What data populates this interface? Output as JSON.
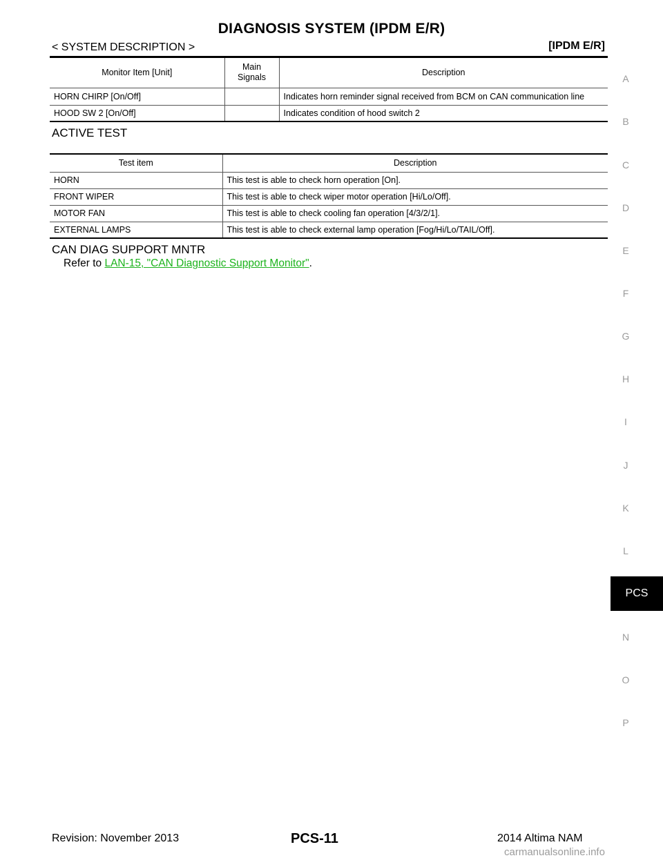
{
  "header": {
    "title": "DIAGNOSIS SYSTEM (IPDM E/R)",
    "section": "< SYSTEM DESCRIPTION >",
    "model_code": "[IPDM E/R]"
  },
  "monitor_table": {
    "columns": [
      "Monitor Item [Unit]",
      "Main\nSignals",
      "Description"
    ],
    "rows": [
      [
        "HORN CHIRP [On/Off]",
        "",
        "Indicates horn reminder signal received from BCM on CAN communication line"
      ],
      [
        "HOOD SW 2 [On/Off]",
        "",
        "Indicates condition of hood switch 2"
      ]
    ]
  },
  "active_test": {
    "heading": "ACTIVE TEST",
    "columns": [
      "Test item",
      "Description"
    ],
    "rows": [
      [
        "HORN",
        "This test is able to check horn operation [On]."
      ],
      [
        "FRONT WIPER",
        "This test is able to check wiper motor operation [Hi/Lo/Off]."
      ],
      [
        "MOTOR FAN",
        "This test is able to check cooling fan operation [4/3/2/1]."
      ],
      [
        "EXTERNAL LAMPS",
        "This test is able to check external lamp operation [Fog/Hi/Lo/TAIL/Off]."
      ]
    ]
  },
  "can_diag": {
    "heading": "CAN DIAG SUPPORT MNTR",
    "prefix": "Refer to ",
    "link_text": "LAN-15, \"CAN Diagnostic Support Monitor\"",
    "suffix": "."
  },
  "side_index": {
    "letters": [
      "A",
      "B",
      "C",
      "D",
      "E",
      "F",
      "G",
      "H",
      "I",
      "J",
      "K",
      "L",
      "N",
      "O",
      "P"
    ],
    "active_tab": "PCS"
  },
  "footer": {
    "revision": "Revision: November 2013",
    "page": "PCS-11",
    "vehicle": "2014 Altima NAM"
  },
  "watermark": "carmanualsonline.info",
  "colors": {
    "link": "#1cb31c",
    "tab_bg": "#000000",
    "index_gray": "#9a9a9a"
  }
}
